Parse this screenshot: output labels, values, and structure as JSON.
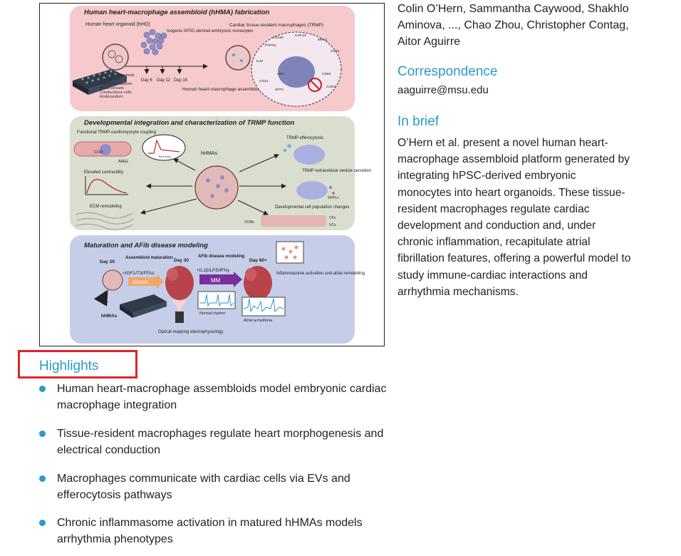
{
  "authors": "Colin O’Hern, Sammantha Caywood, Shakhlo Aminova, ..., Chao Zhou, Christopher Contag, Aitor Aguirre",
  "correspondence": {
    "heading": "Correspondence",
    "email": "aaguirre@msu.edu"
  },
  "brief": {
    "heading": "In brief",
    "text": "O’Hern et al. present a novel human heart-macrophage assembloid platform generated by integrating hPSC-derived embryonic monocytes into heart organoids. These tissue-resident macrophages regulate cardiac development and conduction and, under chronic inflammation, recapitulate atrial fibrillation features, offering a powerful model to study immune-cardiac interactions and arrhythmia mechanisms."
  },
  "highlights": {
    "heading": "Highlights",
    "items": [
      "Human heart-macrophage assembloids model embryonic cardiac macrophage integration",
      "Tissue-resident macrophages regulate heart morphogenesis and electrical conduction",
      "Macrophages communicate with cardiac cells via EVs and efferocytosis pathways",
      "Chronic inflammasome activation in matured hHMAs models arrhythmia phenotypes"
    ]
  },
  "graphical_abstract": {
    "panel1": {
      "title": "Human heart-macrophage assembloid (hHMA) fabrication",
      "hho": "Human heart organoid (hHO)",
      "monocytes": "Isogenic hPSC-derived embryonic monocytes",
      "tissues": [
        "Atrium and ventricle",
        "Epicardium",
        "Cardiac fibroblasts",
        "Blood vessels",
        "Conductance cells",
        "Endocardium"
      ],
      "days": [
        "Day 6",
        "Day 12",
        "Day 16"
      ],
      "hhma": "Human heart-macrophage assembloid (hHMA)",
      "trmp": "Cardiac tissue-resident macrophages (TRMP)",
      "markers": [
        "CD163",
        "CSF1R",
        "MRC1",
        "PTPRC",
        "CD74",
        "IL10",
        "AIF1",
        "CD68",
        "CD14",
        "SPP1",
        "CCR2"
      ]
    },
    "panel2": {
      "title": "Developmental integration and characterization of TRMP function",
      "coupling": "Functional TRMP-cardiomyocyte coupling",
      "cx43": "CX43",
      "areg": "AREG",
      "center": "hHMAs",
      "contractility": "Elevated contractility",
      "ecm": "ECM remodeling",
      "efferocytosis": "TRMP efferocytosis",
      "vesicle": "TRMP extracellular vesicle secretion",
      "spp1": "SPP1+",
      "population": "Developmental cell population changes",
      "vcms": "VCMs",
      "cfs": "CFs",
      "vcs": "VCs",
      "time": "Time (ms)"
    },
    "panel3": {
      "title": "Maturation and AFib disease modeling",
      "day20": "Day 20",
      "maturation": "Assembloid maturation",
      "factors": "+IGF1/T3/FFAs",
      "emm": "EMM2/1",
      "hhmas": "hHMAs",
      "day30": "Day 30",
      "afib": "AFib disease modeling",
      "stimuli": "+IL1β/LPS/IFNγ",
      "mm": "MM",
      "day60": "Day 60+",
      "inflammasome": "Inflammasome activation and atrial remodeling",
      "normal": "Normal rhythm",
      "atrial": "Atrial arrhythmia",
      "optical": "Optical mapping electrophysiology"
    }
  },
  "colors": {
    "accent": "#2a9ac9",
    "highlight_box": "#e0242b",
    "panel1_bg": "#f6c9cc",
    "panel2_bg": "#d9dece",
    "panel3_bg": "#c5cde8"
  }
}
